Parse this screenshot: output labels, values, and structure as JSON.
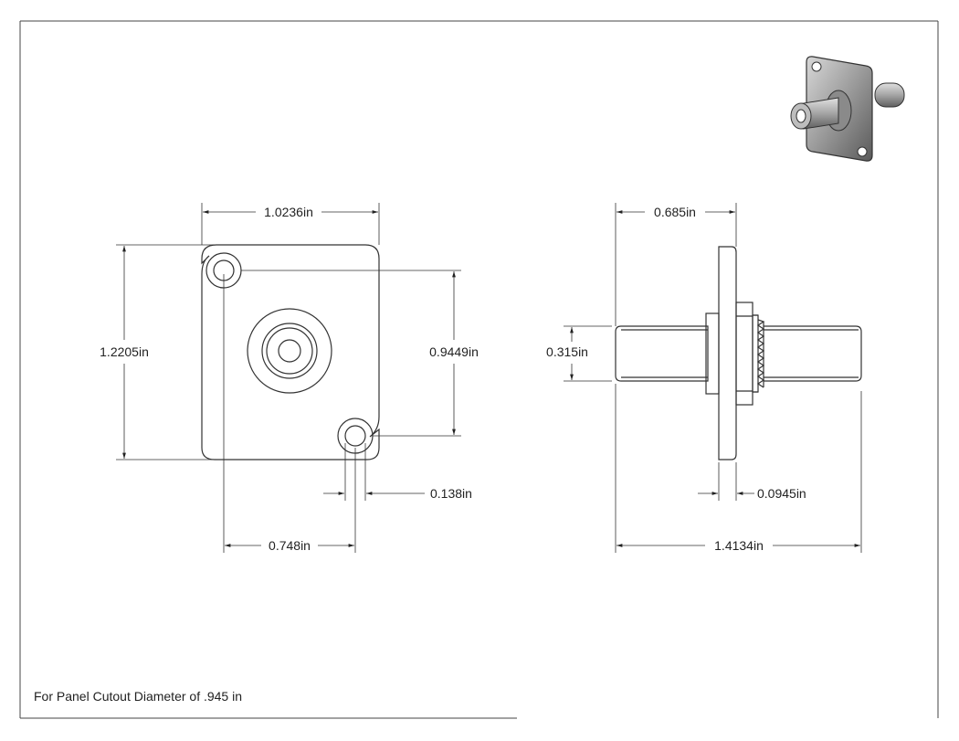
{
  "front_view": {
    "width": "1.0236in",
    "height": "1.2205in",
    "hole_spacing_vertical": "0.9449in",
    "hole_diameter": "0.138in",
    "hole_spacing_horizontal": "0.748in"
  },
  "side_view": {
    "depth_front": "0.685in",
    "shaft_diameter": "0.315in",
    "flange_thickness": "0.0945in",
    "total_length": "1.4134in"
  },
  "footer": {
    "note": "For Panel Cutout Diameter of .945 in"
  }
}
